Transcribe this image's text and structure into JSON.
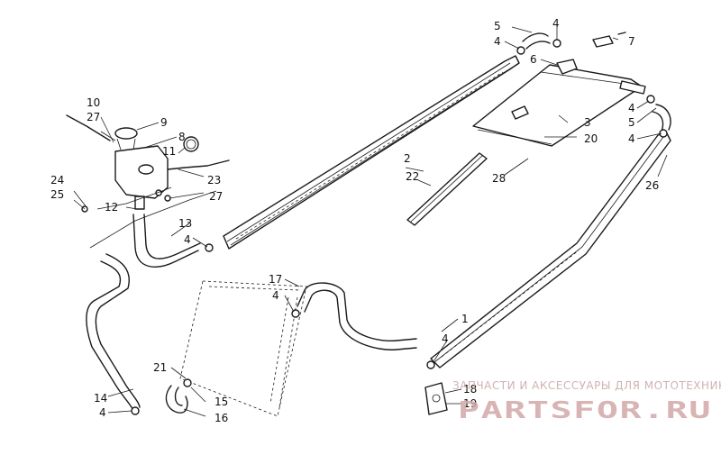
{
  "callouts": {
    "c1": "1",
    "c2": "2",
    "c3": "3",
    "c4a": "4",
    "c4b": "4",
    "c4c": "4",
    "c4d": "4",
    "c4e": "4",
    "c4f": "4",
    "c4g": "4",
    "c4h": "4",
    "c5a": "5",
    "c5b": "5",
    "c6": "6",
    "c7": "7",
    "c8": "8",
    "c9": "9",
    "c10": "10",
    "c11": "11",
    "c12": "12",
    "c13": "13",
    "c14": "14",
    "c15": "15",
    "c16": "16",
    "c17": "17",
    "c18": "18",
    "c19": "19",
    "c20": "20",
    "c21": "21",
    "c22": "22",
    "c23": "23",
    "c24": "24",
    "c25": "25",
    "c26": "26",
    "c27a": "27",
    "c27b": "27",
    "c28": "28"
  },
  "watermark": {
    "tagline": "ЗАПЧАСТИ И АКСЕССУАРЫ ДЛЯ МОТОТЕХНИКИ",
    "logo": "PARTSFOR.RU",
    "color": "#c8a6a6"
  }
}
